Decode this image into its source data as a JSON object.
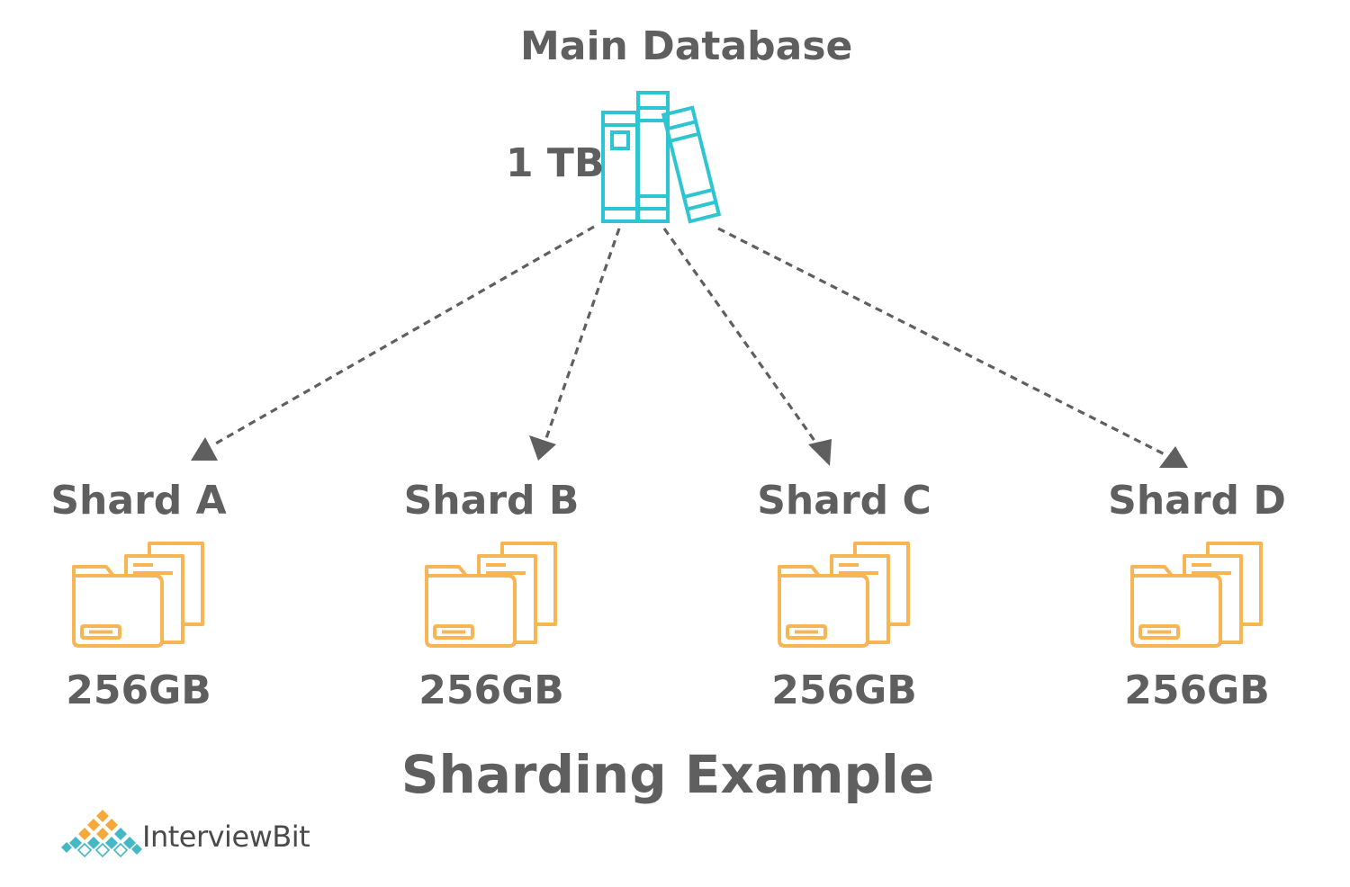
{
  "diagram": {
    "main": {
      "title": "Main Database",
      "size": "1 TB"
    },
    "shards": [
      {
        "name": "Shard A",
        "size": "256GB"
      },
      {
        "name": "Shard B",
        "size": "256GB"
      },
      {
        "name": "Shard C",
        "size": "256GB"
      },
      {
        "name": "Shard D",
        "size": "256GB"
      }
    ],
    "footer_title": "Sharding Example"
  },
  "brand": {
    "name": "InterviewBit",
    "logo_icon": "diamond-grid-logo-icon"
  },
  "icons": {
    "database": "books-icon",
    "shard": "folder-stack-icon"
  },
  "colors": {
    "text": "#5f5f5f",
    "database_icon": "#2ec5d3",
    "shard_icon": "#f8b554",
    "arrow": "#5f5f5f",
    "logo_orange": "#f6a93b",
    "logo_teal": "#45b8c6"
  }
}
